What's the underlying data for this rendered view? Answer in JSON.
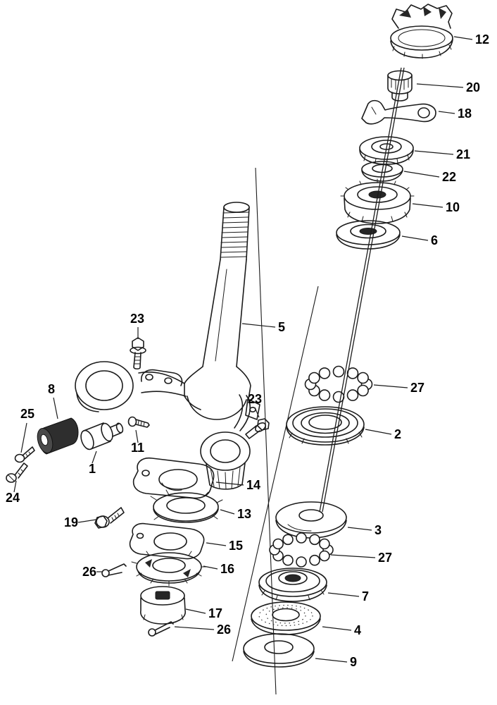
{
  "diagram": {
    "type": "exploded-parts-diagram",
    "palette": {
      "background": "#ffffff",
      "ink": "#1b1b1b"
    },
    "callouts": [
      "12",
      "20",
      "18",
      "21",
      "22",
      "10",
      "6",
      "5",
      "23",
      "8",
      "25",
      "11",
      "1",
      "24",
      "23",
      "14",
      "13",
      "15",
      "16",
      "19",
      "26",
      "17",
      "26",
      "27",
      "2",
      "3",
      "27",
      "7",
      "4",
      "9"
    ]
  }
}
